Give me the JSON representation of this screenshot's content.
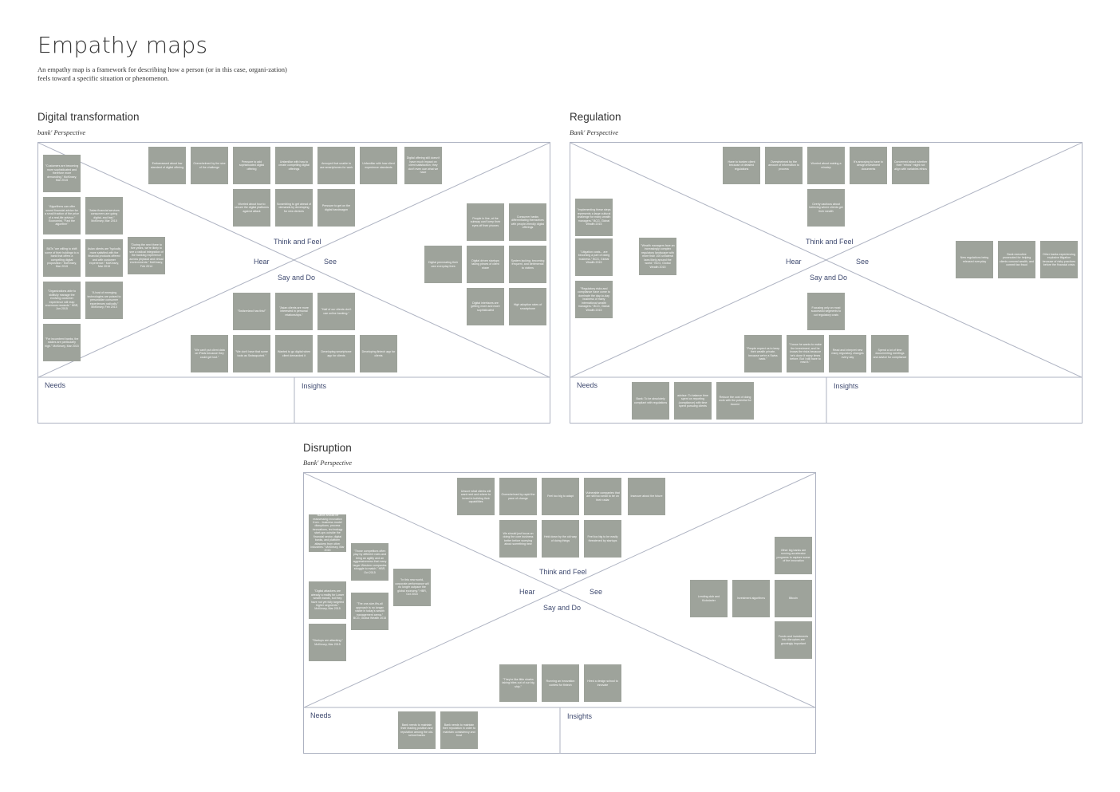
{
  "page": {
    "title": "Empathy maps",
    "intro": "An empathy map is a framework for describing how a person (or in this case, organi-zation) feels toward a specific situation or phenomenon."
  },
  "maps": [
    {
      "title": "Digital transformation",
      "subtitle": "bank' Perspective",
      "quadrants": {
        "think": "Think and Feel",
        "hear": "Hear",
        "see": "See",
        "say": "Say and Do"
      },
      "needs": "Needs",
      "insights": "Insights",
      "notes": [
        "\"Customers are becoming more sophisticated and therefore more demanding.\" McKinsey, Mar 2015",
        "\"Asian financial services consumers are going digital, and fast.\" McKinsey, Mar 2015",
        "\"Algorithms can offer sound financial advice for a small fraction of the price of a real-life advisor.\" Economist, \"Fast the algorithm\"",
        "Asian clients are \"typically more satisfied with the financial products offered and with customer experience.\" McKinsey, Mar 2015",
        "BATs \"are willing to shift some of their holdings to a bank that offers a compelling digital proposition.\" McKinsey, Mar 2015",
        "\"During the next three to five years, we're likely to see a radical integration of the banking experience across physical and virtual environments.\" McKinsey, Feb 2014",
        "\"Organizations able to skillfully manage the evolving customer experience will reap enormous rewards.\" HBR, Jun 2015",
        "\"A host of emerging technologies are poised to personalize consumer experiences radically.\" McKinsey, Feb 2014",
        "\"For incumbent banks, the stakes are particularly high.\" McKinsey, Mar 2015",
        "Embarrassed about low standard of digital offering",
        "Overwhelmed by the size of the challenge",
        "Pressure to add sophisticated digital offering",
        "Unfamiliar with how to create compelling digital offerings",
        "Annoyed that unable to use smartphones for work",
        "Unfamiliar with how client experience standards",
        "Digital offering still doesn't have much impact on client satisfaction; they don't even use what we have",
        "Worried about how to secure the digital platforms against attack",
        "Scrambling to get ahead of demands by developing for new devices",
        "Pressure to get on the digital bandwagon",
        "People in line, at the subway can't keep their eyes off their phones",
        "Consumer banks differentiating themselves with people-friendly digital offerings",
        "Digital permeating their own everyday lives",
        "Digital driven startups taking pieces of client share",
        "System lacking; becoming frequent, and detrimental to victims",
        "Digital interfaces are getting more and more sophisticated",
        "High adoption rates of smartphone",
        "\"Switzerland has this!\"",
        "\"Asian clients are more interested in personal relationships.\"",
        "\"Half of our clients don't use online banking.\"",
        "\"We can't put client data on iPads because they could get lost.\"",
        "\"We don't have that some tools as Swissquoted.\"",
        "Wanted to go digital when client demanded it",
        "Developing smartphone app for clients",
        "Developing fintech app for clients"
      ]
    },
    {
      "title": "Regulation",
      "subtitle": "Bank' Perspective",
      "quadrants": {
        "think": "Think and Feel",
        "hear": "Hear",
        "see": "See",
        "say": "Say and Do"
      },
      "needs": "Needs",
      "insights": "Insights",
      "notes": [
        "Have to burden client because of detailed regulations",
        "Overwhelmed by the amount of information to process",
        "Worried about making a misstep",
        "It's annoying to have to design investment documents",
        "Concerned about whether their \"ethics\" might not align with variables ethics",
        "Overly cautious about believing where clients get their wealth",
        "\"Implementing these steps represents a large cultural challenge for many wealth managers.\" BCG, Global Wealth 2015",
        "\"Litigation costs... are becoming a part of doing business.\" BCG, Global Wealth 2015",
        "\"Wealth managers face an increasingly complex regulatory landscape with more than 100 unilateral laws likely around the world.\" BCG, Global Wealth 2015",
        "\"Regulatory risks and compliance have come to dominate the day-to-day business of many international wealth managers.\" BCG, Global Wealth 2015",
        "New regulations being released everyday",
        "Bank executive prosecuted for helping clients conceal wealth, and commit tax fraud",
        "Other banks experiencing explosive litigation because of risky practices before the financial crisis",
        "Focusing only on most successful segments to cut regulatory costs",
        "\"People expect us to keep their wealth private, because we're a Swiss bank.\"",
        "\"I know he wants to make the investment, and he knows the risks because he's done it many times before. But I still have to read it.\"",
        "Read and interpret new many regulatory changes every day",
        "Spend a lot of time documenting meetings and advice for compliance",
        "Bank: To be absolutely compliant with regulations",
        "advisor: To balance time spent on reporting (compliance) with time spent pursuing clients",
        "Reduce the cost of doing work with the potential for income"
      ]
    },
    {
      "title": "Disruption",
      "subtitle": "Bank' Perspective",
      "quadrants": {
        "think": "Think and Feel",
        "hear": "Hear",
        "see": "See",
        "say": "Say and Do"
      },
      "needs": "Needs",
      "insights": "Insights",
      "notes": [
        "Unsure what clients will want next and where to invest in building their capabilities",
        "Overwhelmed by rapid the pace of change",
        "Feel too big to adapt",
        "Vulnerable companies that are still too small to be on their radar",
        "Insecure about the future",
        "We should just focus on doing the core business better before worrying about something new",
        "Held down by the old way of doing things",
        "Feel too big to be easily threatened by startups",
        "\"Banks should be reassessing innovation from... business model disruptions, process innovations, technology start-ups outside the financial sector, digital banks, and platform attackers from other industries.\" McKinsey, Mar 2015",
        "\"Those competitors often play by different rules and bring an agility and an aggressiveness that many larger Western companies struggle to match.\" HBR, Oct 2015",
        "\"In this new world, corporate performance will no longer outpace the global economy.\" HBR, Oct 2015",
        "\"Digital attackers are already a reality for Lower wealth bands, but they have not yet fully targeted higher segments.\" McKinsey, Mar 2015",
        "\"The one-size-fits-all approach is no longer viable in today's wealth management arena.\" BCG, Global Wealth 2015",
        "\"Startups are attacking.\" McKinsey, Mar 2015",
        "Other big banks are running accelerator programs to capture some of the innovation",
        "Lending club and Kickstarter",
        "Investment algorithms",
        "Bitcoin",
        "Funds and investments into disruptors are growingly important",
        "\"They're like little sharks taking bites out of our big ship.\"",
        "Running an innovation contest for fintech",
        "Hired a design school to innovate",
        "Bank needs to maintain their leading position and reputation among the old-school banks",
        "Bank needs to maintain their reputation in order to maintain consistency and trust"
      ]
    }
  ]
}
